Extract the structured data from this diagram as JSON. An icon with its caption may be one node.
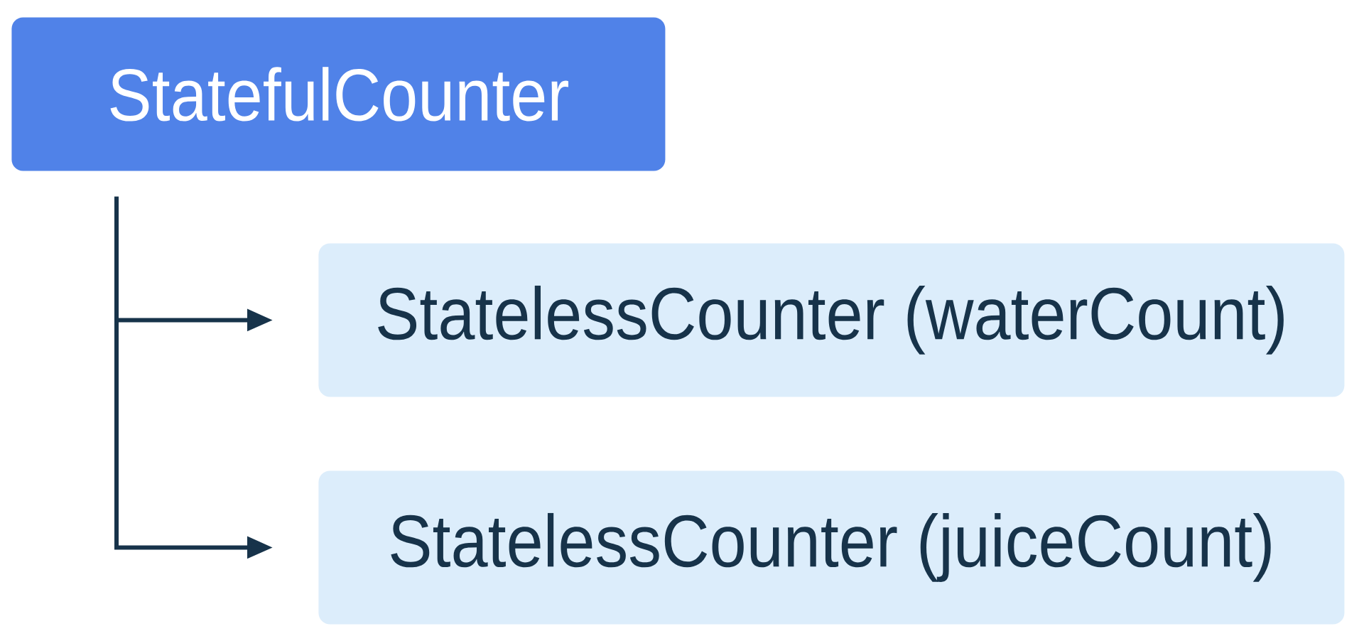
{
  "diagram": {
    "nodes": [
      {
        "text": [
          "StatefulCounter"
        ]
      },
      {
        "text": [
          "StatelessCounter (waterCount)"
        ]
      },
      {
        "text": [
          "StatelessCounter (juiceCount)"
        ]
      }
    ],
    "edges": [
      {
        "from": 0,
        "to": 1,
        "arrow": "to"
      },
      {
        "from": 0,
        "to": 2,
        "arrow": "to"
      }
    ]
  }
}
